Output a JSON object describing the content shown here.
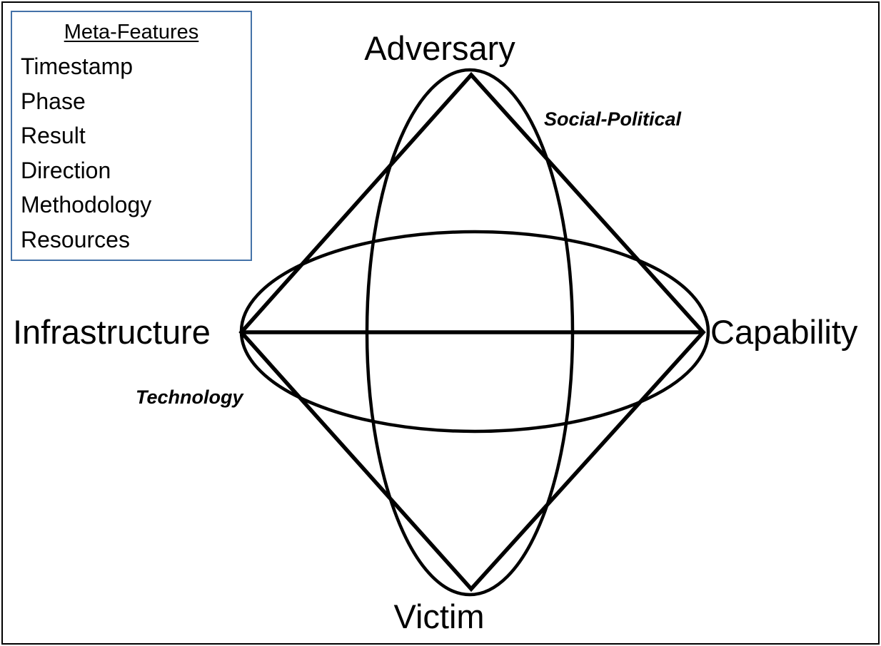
{
  "frame": {
    "border_color": "#000000",
    "background": "#ffffff"
  },
  "meta_panel": {
    "title": "Meta-Features",
    "border_color": "#4472A8",
    "items": [
      {
        "label": "Timestamp"
      },
      {
        "label": "Phase"
      },
      {
        "label": "Result"
      },
      {
        "label": "Direction"
      },
      {
        "label": "Methodology"
      },
      {
        "label": "Resources"
      }
    ]
  },
  "diagram": {
    "name": "diamond-model-of-intrusion-analysis",
    "line_color": "#000000",
    "vertices": {
      "top": "Adversary",
      "right": "Capability",
      "bottom": "Victim",
      "left": "Infrastructure"
    },
    "axes": {
      "social_political": "Social-Political",
      "technology": "Technology"
    }
  }
}
